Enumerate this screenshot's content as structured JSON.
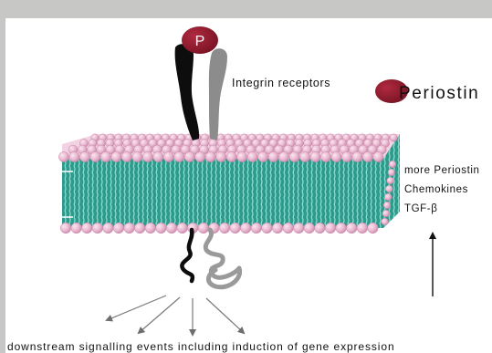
{
  "labels": {
    "p_badge": "P",
    "integrin": "Integrin receptors",
    "periostin": "Periostin",
    "periostin_first": "P",
    "periostin_rest": "eriostin",
    "more_periostin": "more Periostin",
    "chemokines": "Chemokines",
    "tgf": "TGF-β",
    "downstream": "downstream signalling events including induction of gene expression"
  },
  "colors": {
    "periostin_red": "#8b1a2b",
    "lipid_head": "#e8b6cf",
    "lipid_tail": "#3fa79a",
    "receptor_black": "#0d0d0d",
    "receptor_gray": "#8c8c8c",
    "frame": "#c7c7c5"
  }
}
